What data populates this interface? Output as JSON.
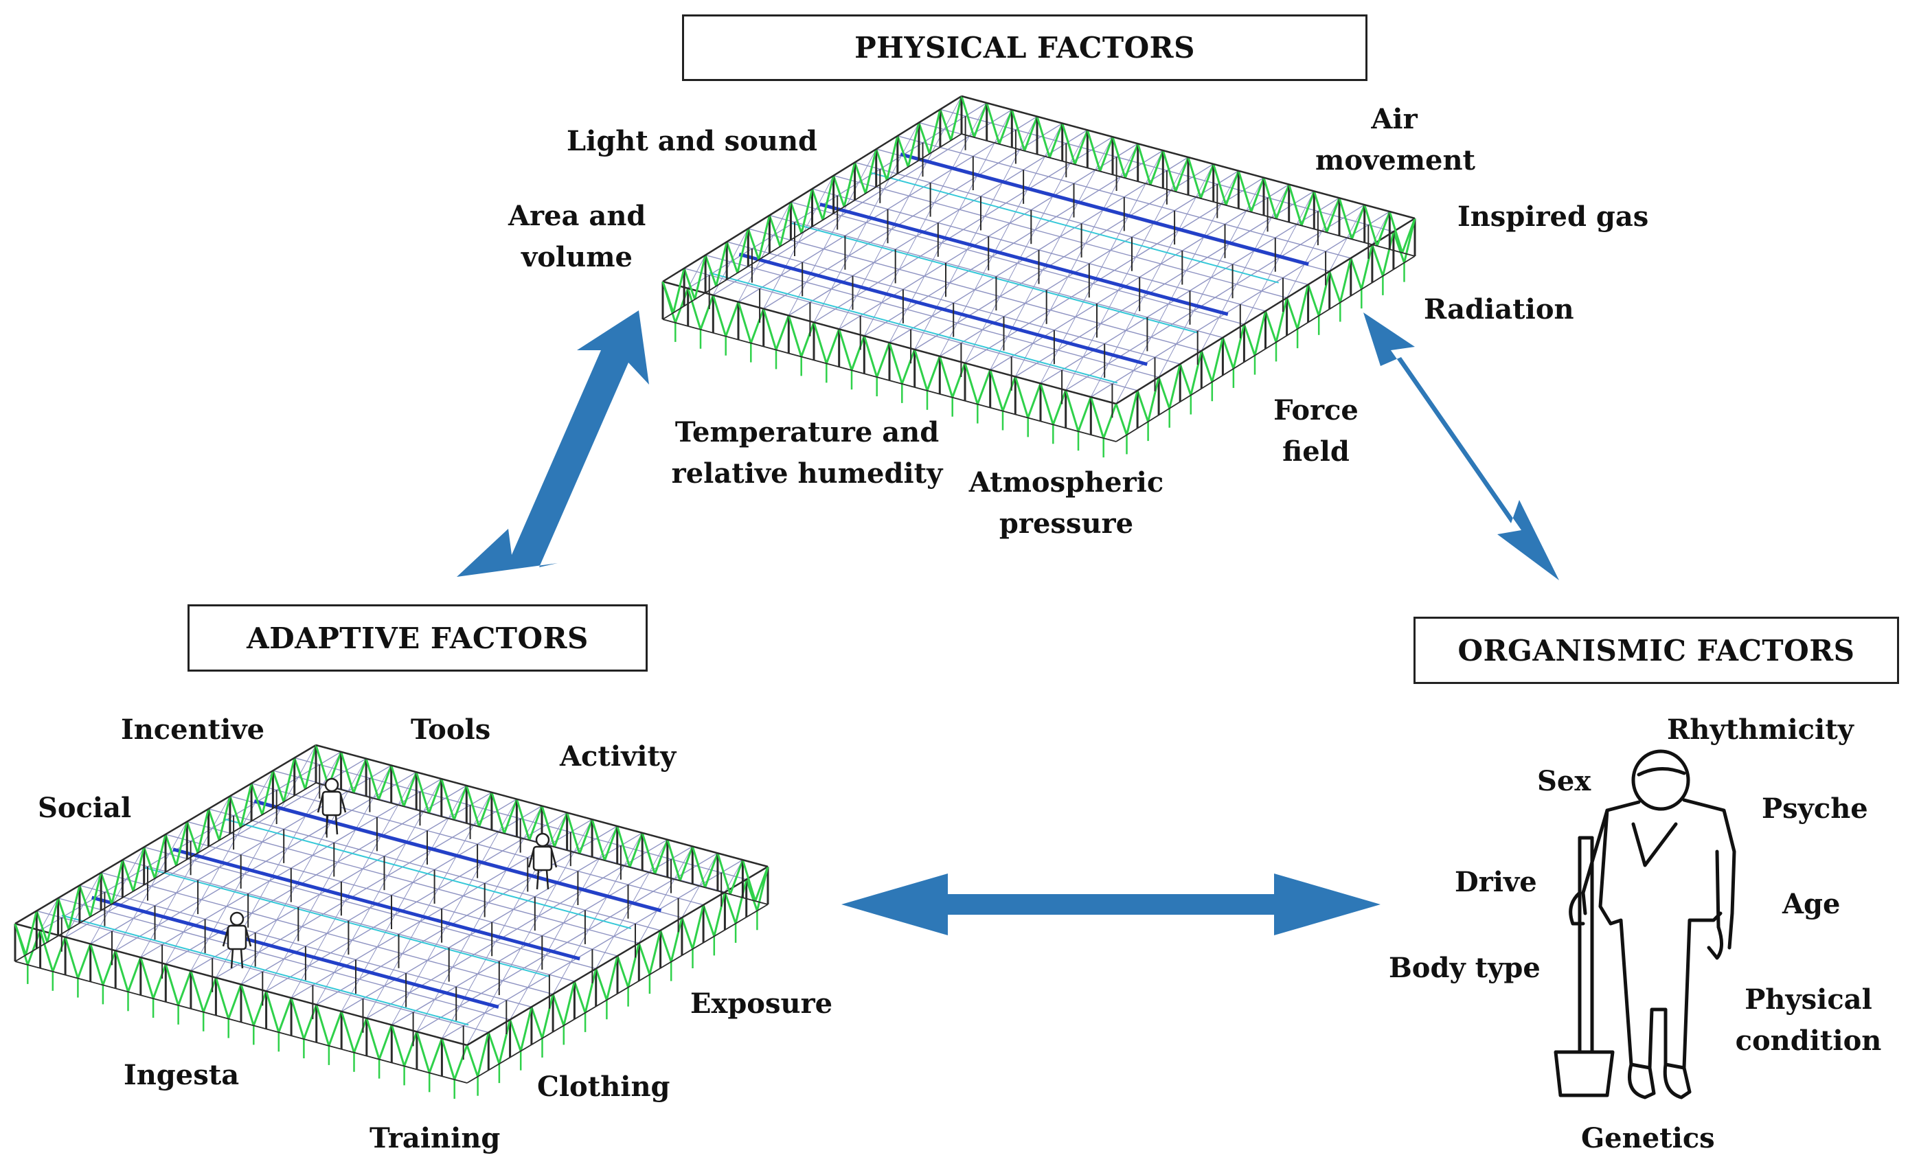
{
  "groups": {
    "physical": {
      "title": "PHYSICAL FACTORS",
      "labels": {
        "light_sound": "Light and sound",
        "area_volume_1": "Area and",
        "area_volume_2": "volume",
        "air_movement_1": "Air",
        "air_movement_2": "movement",
        "inspired_gas": "Inspired gas",
        "radiation": "Radiation",
        "force_field_1": "Force",
        "force_field_2": "field",
        "temp_1": "Temperature and",
        "temp_2": "relative humedity",
        "atm_1": "Atmospheric",
        "atm_2": "pressure"
      }
    },
    "adaptive": {
      "title": "ADAPTIVE FACTORS",
      "labels": {
        "incentive": "Incentive",
        "tools": "Tools",
        "activity": "Activity",
        "social": "Social",
        "exposure": "Exposure",
        "ingesta": "Ingesta",
        "clothing": "Clothing",
        "training": "Training"
      }
    },
    "organismic": {
      "title": "ORGANISMIC FACTORS",
      "labels": {
        "rhythmicity": "Rhythmicity",
        "sex": "Sex",
        "psyche": "Psyche",
        "drive": "Drive",
        "age": "Age",
        "body_type": "Body type",
        "physical_condition_1": "Physical",
        "physical_condition_2": "condition",
        "genetics": "Genetics"
      }
    }
  },
  "colors": {
    "arrow": "#2e78b7",
    "frame_green": "#2fd14a",
    "frame_blue": "#2340c8",
    "frame_cyan": "#35c8d8",
    "frame_grid": "#8e93c2",
    "frame_dark": "#2b2b2b"
  },
  "icons": {
    "structure_physical": "greenhouse-structure-icon",
    "structure_adaptive": "greenhouse-structure-with-workers-icon",
    "organism": "farmer-with-shovel-icon"
  }
}
